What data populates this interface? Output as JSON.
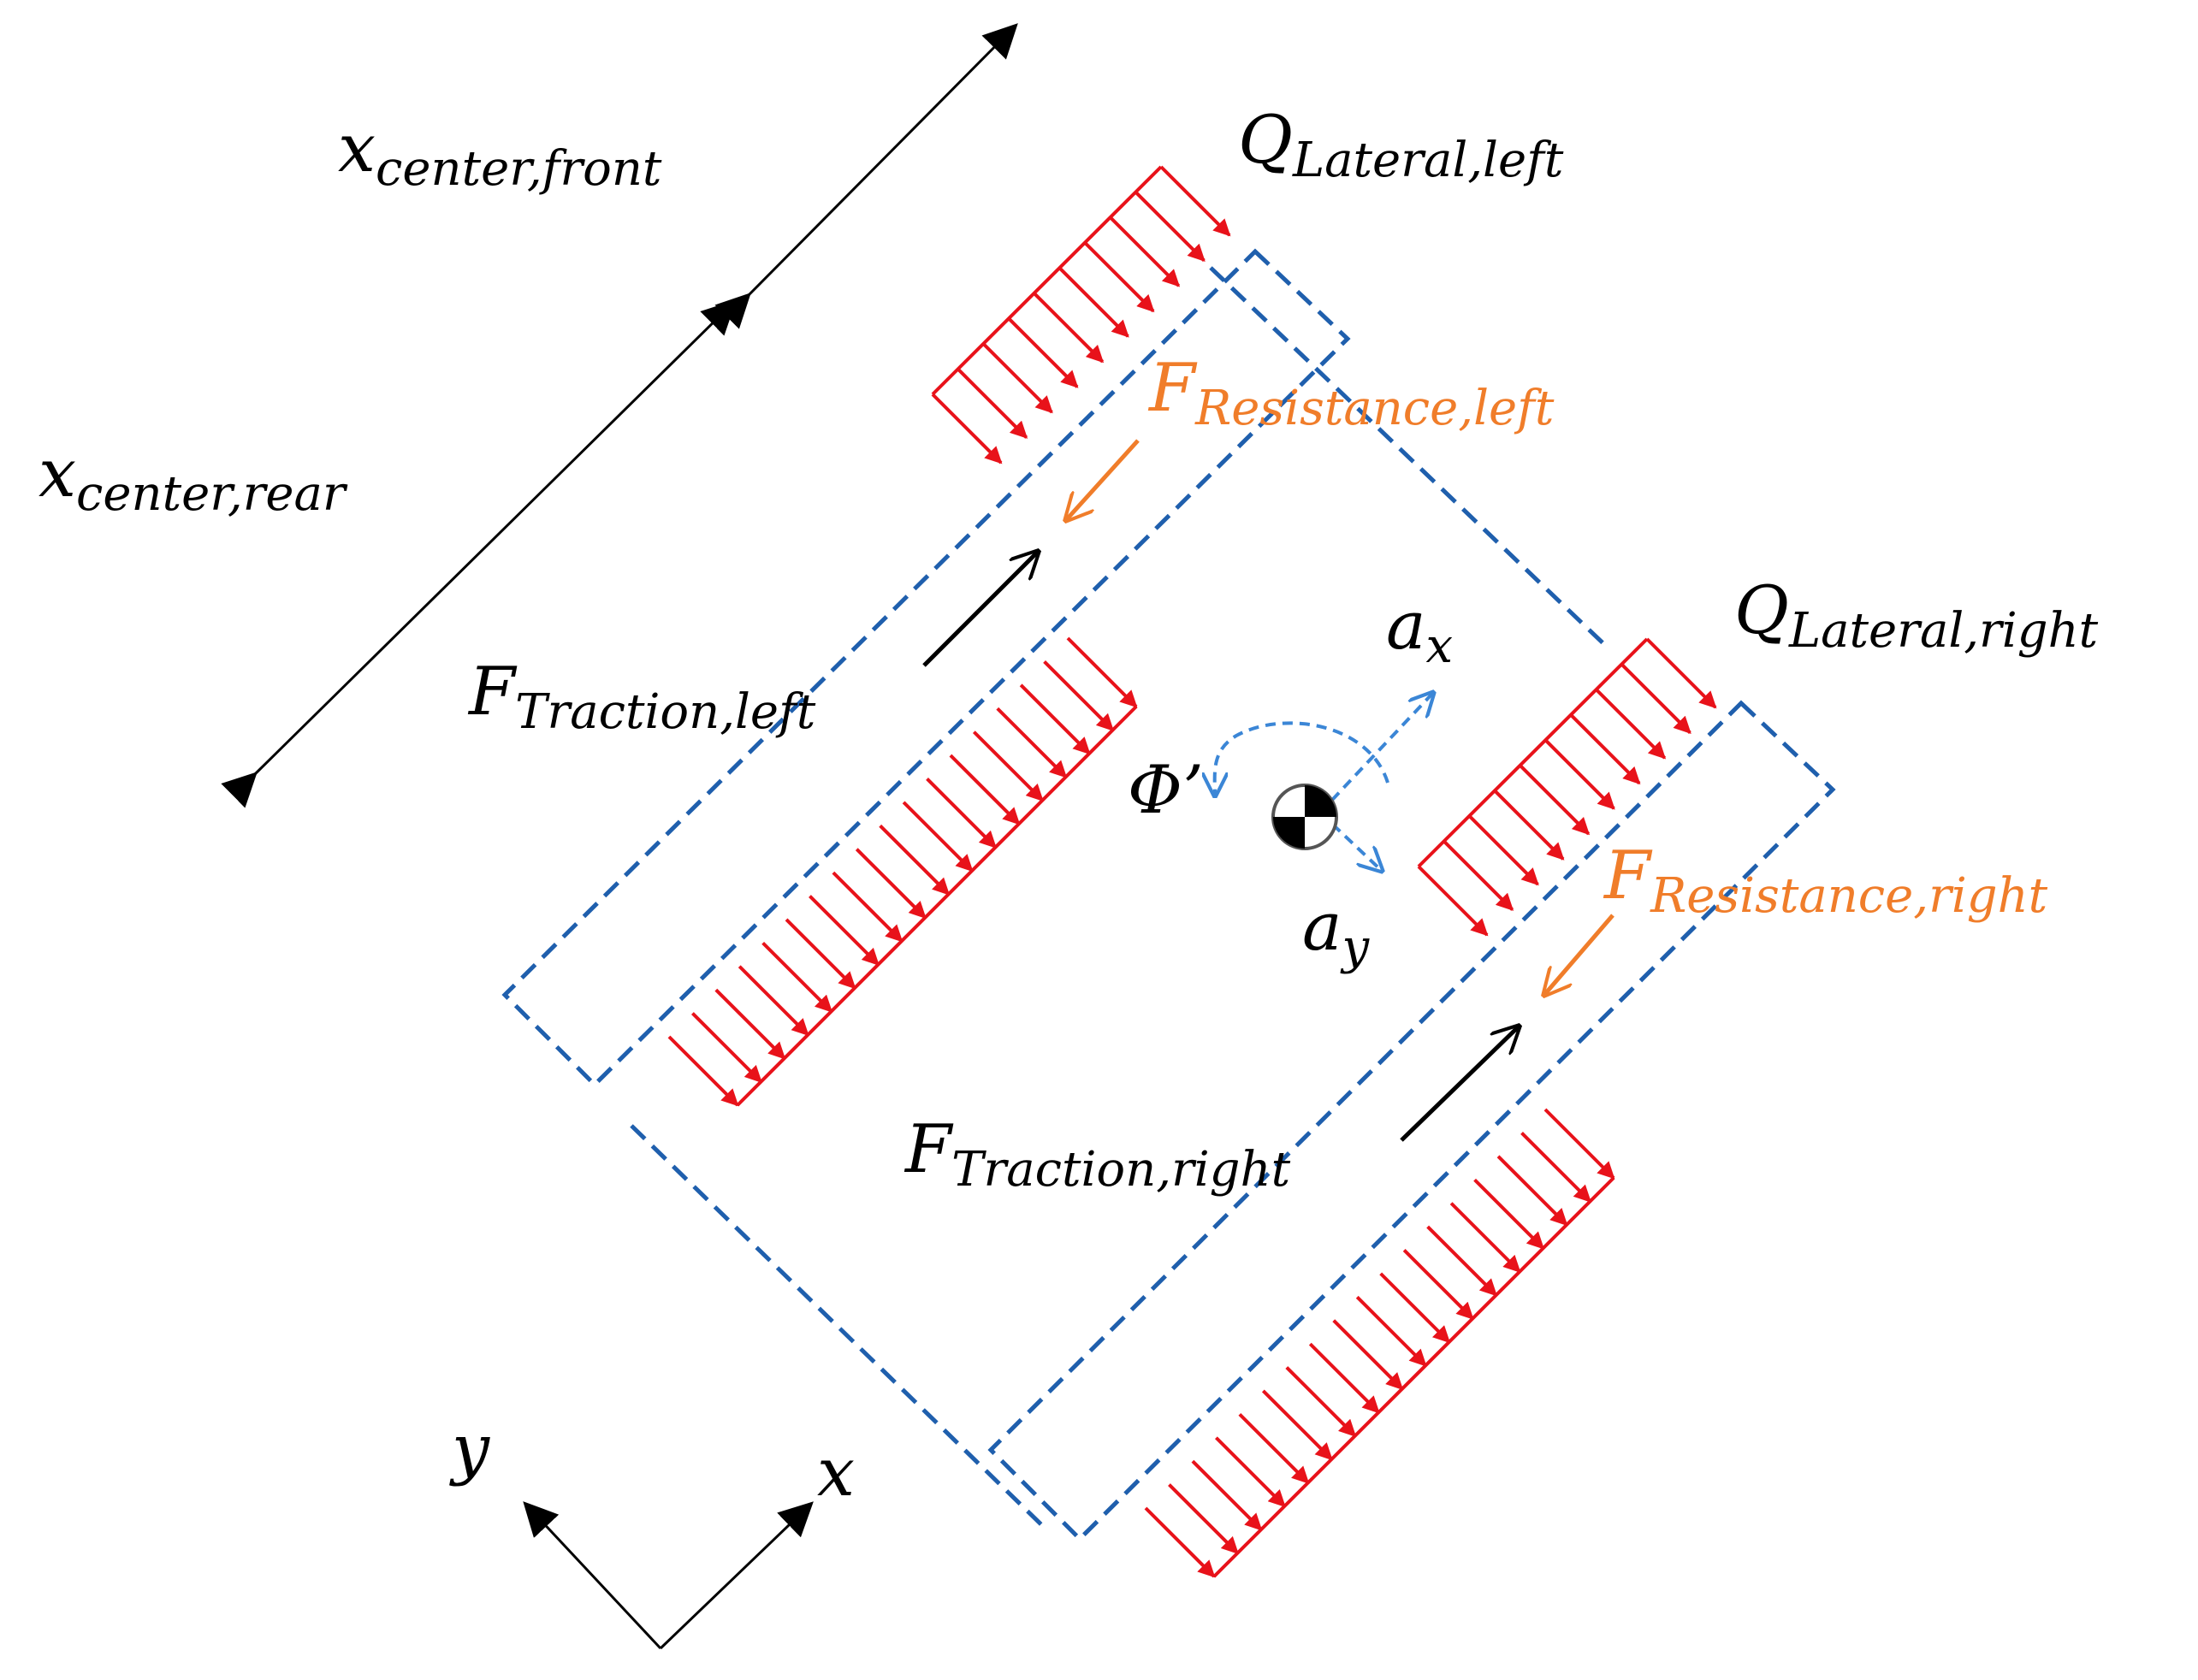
{
  "colors": {
    "outline": "#1f5fad",
    "distributed_load": "#e8121a",
    "resistance": "#f07d2a",
    "acceleration": "#3b86d6",
    "ink": "#000000"
  },
  "labels": {
    "x_center_front": {
      "main": "x",
      "sub": "center,front"
    },
    "x_center_rear": {
      "main": "x",
      "sub": "center,rear"
    },
    "q_lateral_left": {
      "main": "Q",
      "sub": "Lateral,left"
    },
    "q_lateral_right": {
      "main": "Q",
      "sub": "Lateral,right"
    },
    "f_resistance_left": {
      "main": "F",
      "sub": "Resistance,left"
    },
    "f_resistance_right": {
      "main": "F",
      "sub": "Resistance,right"
    },
    "f_traction_left": {
      "main": "F",
      "sub": "Traction,left"
    },
    "f_traction_right": {
      "main": "F",
      "sub": "Traction,right"
    },
    "a_x": {
      "main": "a",
      "sub": "x"
    },
    "a_y": {
      "main": "a",
      "sub": "y"
    },
    "yaw_rate": "Φ’",
    "axis_x": "x",
    "axis_y": "y"
  },
  "icons": {
    "center_of_gravity": "cog-icon"
  }
}
